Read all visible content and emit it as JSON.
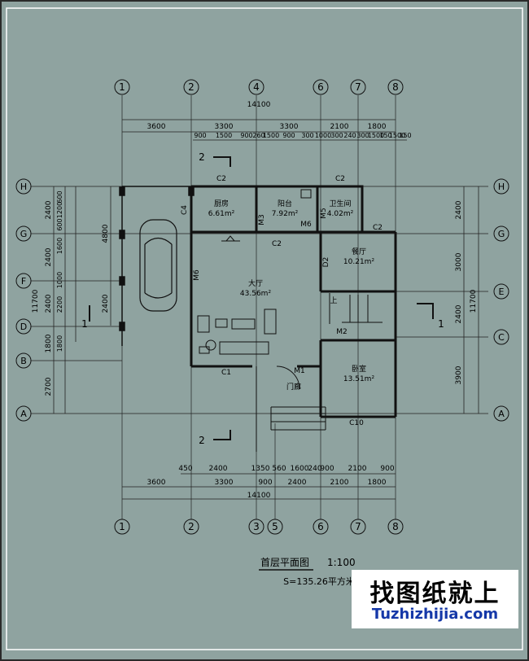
{
  "plan": {
    "title": "首层平面图",
    "scale": "1:100",
    "area": "S=135.26平方米",
    "grid_top": [
      "1",
      "2",
      "4",
      "6",
      "7",
      "8"
    ],
    "grid_bottom": [
      "1",
      "2",
      "3",
      "5",
      "6",
      "7",
      "8"
    ],
    "grid_left": [
      "H",
      "G",
      "F",
      "D",
      "B",
      "A"
    ],
    "grid_right": [
      "H",
      "G",
      "E",
      "C",
      "A"
    ],
    "dims_top_row1": [
      "3600",
      "3300",
      "3300",
      "2100",
      "1800"
    ],
    "dims_top_total": "14100",
    "dims_top_row2": [
      "900",
      "1500",
      "900",
      "260",
      "1500",
      "900",
      "300",
      "1000",
      "300",
      "240",
      "300",
      "1500",
      "150",
      "1500",
      "150"
    ],
    "dims_bottom_row1": [
      "450",
      "2400",
      "1350",
      "560",
      "1600",
      "240",
      "900",
      "2100",
      "900"
    ],
    "dims_bottom_row2": [
      "3600",
      "3300",
      "900",
      "2400",
      "2100",
      "1800"
    ],
    "dims_bottom_total": "14100",
    "dims_left_row1": [
      "2400",
      "2400",
      "2400",
      "1800",
      "2700"
    ],
    "dims_left_row2": [
      "600",
      "1200",
      "600",
      "1600",
      "1000",
      "2200",
      "1800"
    ],
    "dims_left_total": "11700",
    "dims_left_inner": [
      "4800",
      "2400"
    ],
    "dims_right_row1": [
      "2400",
      "3000",
      "2400",
      "3900"
    ],
    "dims_right_total": "11700",
    "rooms": [
      {
        "name": "厨房",
        "area": "6.61m²"
      },
      {
        "name": "阳台",
        "area": "7.92m²"
      },
      {
        "name": "卫生间",
        "area": "4.02m²"
      },
      {
        "name": "餐厅",
        "area": "10.21m²"
      },
      {
        "name": "大厅",
        "area": "43.56m²"
      },
      {
        "name": "卧室",
        "area": "13.51m²"
      }
    ],
    "labels": {
      "c2a": "C2",
      "c2b": "C2",
      "c2c": "C2",
      "c2d": "C2",
      "c4": "C4",
      "m3": "M3",
      "m5": "M5",
      "m6a": "M6",
      "m6b": "M6",
      "d2": "D2",
      "m2": "M2",
      "m1": "M1",
      "c1": "C1",
      "c10": "C10",
      "porch": "门廊",
      "up": "上",
      "sec_top": "2",
      "sec_bottom": "2",
      "sec_left": "1",
      "sec_right": "1"
    }
  },
  "watermark": {
    "cn": "找图纸就上",
    "url": "Tuzhizhijia.com"
  }
}
